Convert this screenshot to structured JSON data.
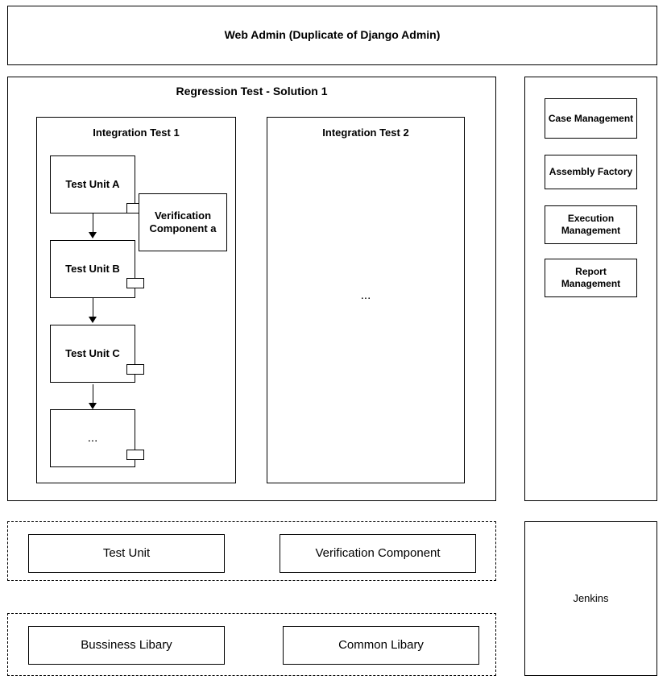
{
  "header": {
    "title": "Web Admin (Duplicate of Django Admin)"
  },
  "regression": {
    "title": "Regression Test - Solution 1",
    "integration_1": {
      "title": "Integration Test 1",
      "units": [
        {
          "label": "Test Unit A"
        },
        {
          "label": "Test Unit B"
        },
        {
          "label": "Test Unit C"
        },
        {
          "label": "..."
        }
      ],
      "verification_component": "Verification Component a"
    },
    "integration_2": {
      "title": "Integration Test 2",
      "body": "..."
    }
  },
  "right_panel": {
    "items": [
      {
        "label": "Case Management"
      },
      {
        "label": "Assembly Factory"
      },
      {
        "label": "Execution Management"
      },
      {
        "label": "Report Management"
      }
    ]
  },
  "components_layer": {
    "items": [
      {
        "label": "Test Unit"
      },
      {
        "label": "Verification Component"
      }
    ]
  },
  "library_layer": {
    "items": [
      {
        "label": "Bussiness Libary"
      },
      {
        "label": "Common Libary"
      }
    ]
  },
  "ci": {
    "label": "Jenkins"
  }
}
